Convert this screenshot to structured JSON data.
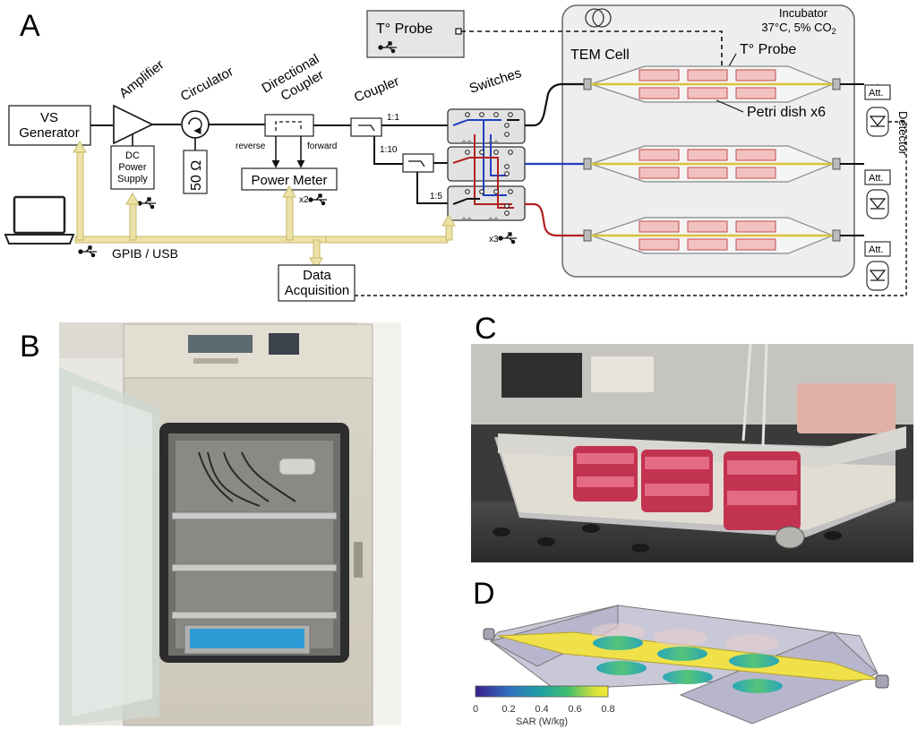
{
  "panels": {
    "a": "A",
    "b": "B",
    "c": "C",
    "d": "D"
  },
  "schematic": {
    "vs_generator": [
      "VS",
      "Generator"
    ],
    "amplifier": "Amplifier",
    "circulator": "Circulator",
    "load": "50 Ω",
    "dc_supply": [
      "DC",
      "Power",
      "Supply"
    ],
    "dir_coupler": [
      "Directional",
      "Coupler"
    ],
    "reverse": "reverse",
    "forward": "forward",
    "power_meter": "Power Meter",
    "x2": "x2",
    "coupler": "Coupler",
    "ratio_1_1": "1:1",
    "ratio_1_10": "1:10",
    "ratio_1_5": "1:5",
    "switches": "Switches",
    "x3": "x3",
    "gpib_usb": "GPIB / USB",
    "daq": [
      "Data",
      "Acquisition"
    ],
    "t_probe_box": "T° Probe",
    "t_probe_label": "T° Probe",
    "tem_cell": "TEM Cell",
    "incubator_title": "Incubator",
    "incubator_cond": "37°C, 5% CO",
    "incubator_cond_sub": "2",
    "petri": "Petri dish x6",
    "att": "Att.",
    "detector": "Detector"
  },
  "colorbar": {
    "label": "SAR (W/kg)",
    "ticks": [
      "0",
      "0.2",
      "0.4",
      "0.6",
      "0.8"
    ],
    "colors": [
      "#3b1e8c",
      "#2f6fc0",
      "#1fa3a4",
      "#43c06b",
      "#d8e23a",
      "#f3e83b"
    ]
  },
  "colors": {
    "line": "#111111",
    "gpib": "#ece2a7",
    "gpib_edge": "#c7b86a",
    "blue": "#1f3fbf",
    "red": "#b32020",
    "incubator_fill": "#eeeeee",
    "septum": "#d9c23a"
  }
}
